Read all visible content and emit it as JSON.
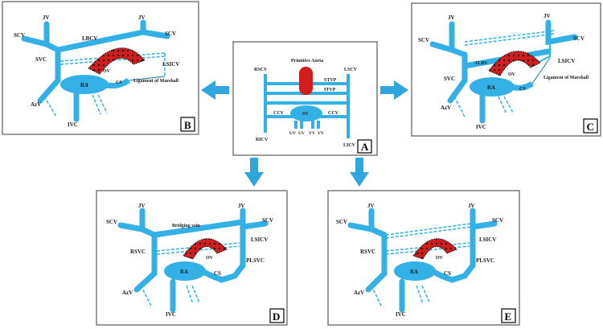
{
  "colors": {
    "vein": "#33b0e6",
    "aorta": "#d21d1d",
    "arrow": "#2fa6dd",
    "frame": "#5a5a5a",
    "text": "#1a1a1a"
  },
  "panelA": {
    "tag": "A",
    "labels": {
      "aorta": "Primitive Aorta",
      "rscv": "RSCV",
      "lscv": "LSCV",
      "stvp": "STVP",
      "itvp": "ITVP",
      "sv": "SV",
      "ccv_left": "CCV",
      "ccv_right": "CCV",
      "ricv": "RICV",
      "licv": "LICV",
      "uv1": "UV",
      "uv2": "UV",
      "vv1": "VV",
      "vv2": "VV"
    }
  },
  "panelB": {
    "tag": "B",
    "labels": {
      "jv_left": "JV",
      "jv_right": "JV",
      "scv_left": "SCV",
      "scv_right": "SCV",
      "lbcv": "LBCV",
      "svc": "SVC",
      "ov": "OV",
      "lsicv": "LSICV",
      "ra": "RA",
      "cs": "CS",
      "marshall": "Ligament of Marshall",
      "azv": "AzV",
      "ivc": "IVC"
    }
  },
  "panelC": {
    "tag": "C",
    "labels": {
      "jv_left": "JV",
      "jv_right": "JV",
      "scv_left": "SCV",
      "scv_right": "SCV",
      "albv": "ALBV",
      "svc": "SVC",
      "ov": "OV",
      "lsicv": "LSICV",
      "ra": "RA",
      "cs": "CS",
      "marshall": "Ligament of Marshall",
      "azv": "AzV",
      "ivc": "IVC"
    }
  },
  "panelD": {
    "tag": "D",
    "labels": {
      "jv_left": "JV",
      "jv_right": "JV",
      "scv_left": "SCV",
      "scv_right": "SCV",
      "bridging": "Bridging vein",
      "rsvc": "RSVC",
      "ov": "OV",
      "lsicv": "LSICV",
      "plsvc": "PLSVC",
      "ra": "RA",
      "cs": "CS",
      "azv": "AzV",
      "ivc": "IVC"
    }
  },
  "panelE": {
    "tag": "E",
    "labels": {
      "jv_left": "JV",
      "jv_right": "JV",
      "scv_left": "SCV",
      "scv_right": "SCV",
      "rsvc": "RSVC",
      "ov": "OV",
      "lsicv": "LSICV",
      "plsvc": "PLSVC",
      "ra": "RA",
      "cs": "CS",
      "azv": "AzV",
      "ivc": "IVC"
    }
  }
}
